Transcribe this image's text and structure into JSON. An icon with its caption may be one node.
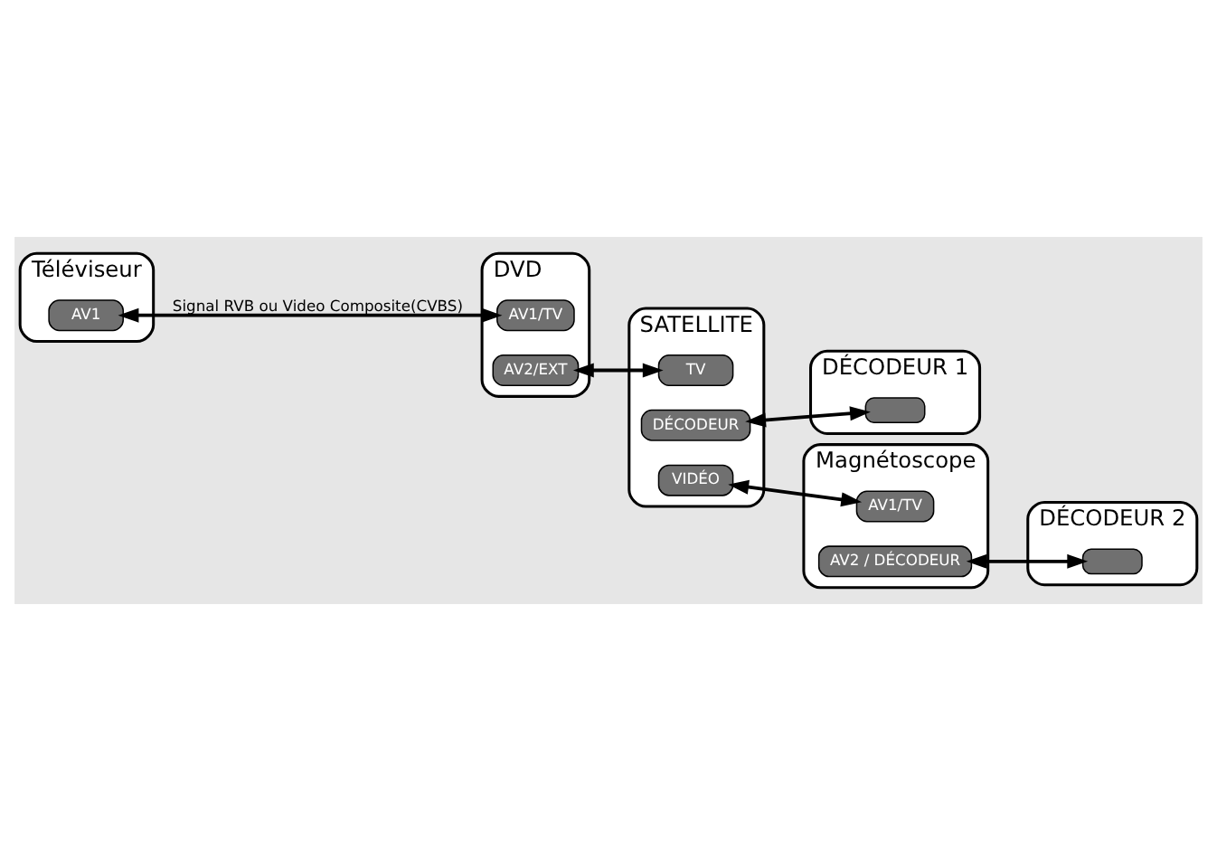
{
  "diagram": {
    "nodes": [
      {
        "text": [
          "Téléviseur"
        ]
      },
      {
        "text": [
          "AV1"
        ],
        "in": 0
      },
      {
        "text": [
          "DVD"
        ]
      },
      {
        "text": [
          "AV1/TV"
        ],
        "in": 2
      },
      {
        "text": [
          "AV2/EXT"
        ],
        "in": 2
      },
      {
        "text": [
          "SATELLITE"
        ]
      },
      {
        "text": [
          "TV"
        ],
        "in": 5
      },
      {
        "text": [
          "DÉCODEUR"
        ],
        "in": 5
      },
      {
        "text": [
          "VIDÉO"
        ],
        "in": 5
      },
      {
        "text": [
          "DÉCODEUR 1"
        ]
      },
      {
        "text": [],
        "shape": "box",
        "in": 9
      },
      {
        "text": [
          "Magnétoscope"
        ]
      },
      {
        "text": [
          "AV1/TV"
        ],
        "in": 11
      },
      {
        "text": [
          "AV2 / DÉCODEUR"
        ],
        "in": 11
      },
      {
        "text": [
          "DÉCODEUR 2"
        ]
      },
      {
        "text": [],
        "shape": "box",
        "in": 14
      }
    ],
    "edges": [
      {
        "from": 1,
        "to": 3,
        "arrow": "both",
        "label": "Signal RVB ou Video Composite(CVBS)"
      },
      {
        "from": 4,
        "to": 6,
        "arrow": "both"
      },
      {
        "from": 7,
        "to": 10,
        "arrow": "both"
      },
      {
        "from": 8,
        "to": 12,
        "arrow": "both"
      },
      {
        "from": 13,
        "to": 15,
        "arrow": "both"
      }
    ]
  }
}
